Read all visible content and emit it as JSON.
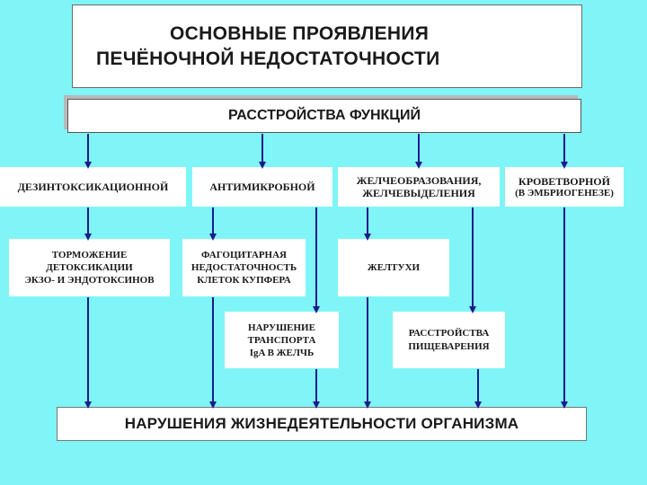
{
  "title": {
    "line1": "ОСНОВНЫЕ  ПРОЯВЛЕНИЯ",
    "line2": "ПЕЧЁНОЧНОЙ  НЕДОСТАТОЧНОСТИ"
  },
  "functions_header": "РАССТРОЙСТВА  ФУНКЦИЙ",
  "functions": {
    "detox": "ДЕЗИНТОКСИКАЦИОННОЙ",
    "antimicrobial": "АНТИМИКРОБНОЙ",
    "bile": {
      "line1": "ЖЕЛЧЕОБРАЗОВАНИЯ,",
      "line2": "ЖЕЛЧЕВЫДЕЛЕНИЯ"
    },
    "hematopoietic": {
      "line1": "КРОВЕТВОРНОЙ",
      "line2": "(В ЭМБРИОГЕНЕЗЕ)"
    }
  },
  "effects": {
    "detox_inhibition": {
      "line1": "ТОРМОЖЕНИЕ",
      "line2": "ДЕТОКСИКАЦИИ",
      "line3": "ЭКЗО-  И  ЭНДОТОКСИНОВ"
    },
    "phagocytic": {
      "line1": "ФАГОЦИТАРНАЯ",
      "line2": "НЕДОСТАТОЧНОСТЬ",
      "line3": "КЛЕТОК  КУПФЕРА"
    },
    "jaundice": "ЖЕЛТУХИ",
    "transport": {
      "line1": "НАРУШЕНИЕ",
      "line2": "ТРАНСПОРТА",
      "line3": "IgA  В  ЖЕЛЧЬ"
    },
    "digestion": {
      "line1": "РАССТРОЙСТВА",
      "line2": "ПИЩЕВАРЕНИЯ"
    }
  },
  "result": "НАРУШЕНИЯ  ЖИЗНЕДЕЯТЕЛЬНОСТИ  ОРГАНИЗМА",
  "colors": {
    "background": "#7ff5f7",
    "box": "#ffffff",
    "arrow": "#1c1c8c"
  }
}
